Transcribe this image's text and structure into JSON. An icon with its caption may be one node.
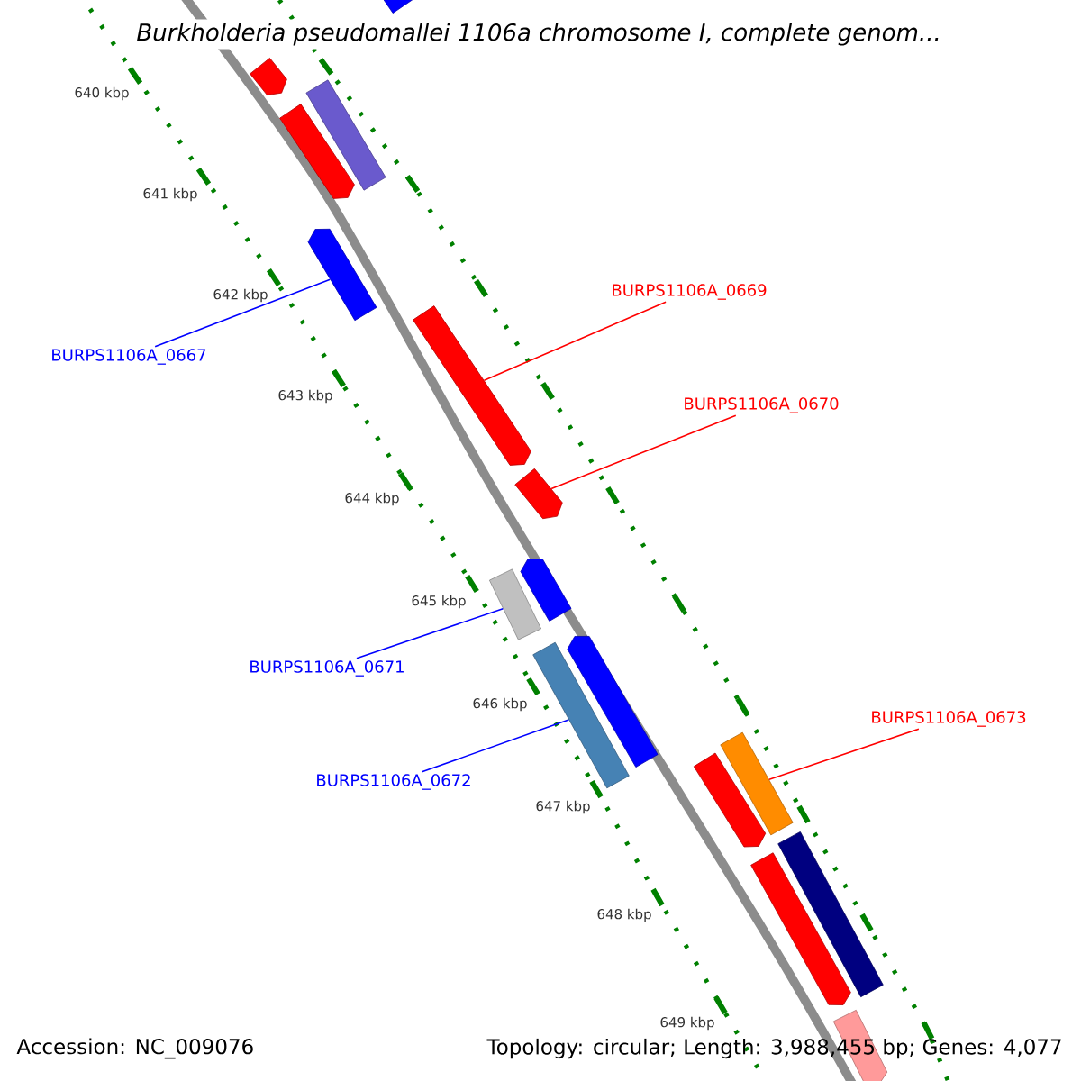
{
  "diagram": {
    "title": "Burkholderia pseudomallei 1106a chromosome I, complete genom...",
    "nodes": [
      {
        "text": [
          "BURPS1106A_0669"
        ]
      },
      {
        "text": [
          "BURPS1106A_0667"
        ]
      },
      {
        "text": [
          "BURPS1106A_0670"
        ]
      },
      {
        "text": [
          "BURPS1106A_0671"
        ]
      },
      {
        "text": [
          "BURPS1106A_0673"
        ]
      },
      {
        "text": [
          "BURPS1106A_0672"
        ]
      },
      {
        "text": [],
        "shape": "arrow"
      },
      {
        "text": [],
        "shape": "arrow"
      },
      {
        "text": [],
        "shape": "bar"
      },
      {
        "text": [],
        "shape": "arrow"
      },
      {
        "text": [],
        "shape": "arrow"
      },
      {
        "text": [],
        "shape": "arrow"
      },
      {
        "text": [],
        "shape": "arrow"
      },
      {
        "text": [],
        "shape": "arrow"
      },
      {
        "text": [],
        "shape": "bar"
      },
      {
        "text": [],
        "shape": "arrow"
      },
      {
        "text": [],
        "shape": "bar"
      },
      {
        "text": [],
        "shape": "bar"
      },
      {
        "text": [],
        "shape": "arrow"
      },
      {
        "text": [],
        "shape": "bar"
      },
      {
        "text": [],
        "shape": "arrow"
      },
      {
        "text": [],
        "shape": "arrow"
      }
    ],
    "edges": [
      {
        "from": 1,
        "to": 10,
        "arrow": "none",
        "color": "#0000ff"
      },
      {
        "from": 0,
        "to": 11,
        "arrow": "none",
        "color": "#ff0000"
      },
      {
        "from": 2,
        "to": 12,
        "arrow": "none",
        "color": "#ff0000"
      },
      {
        "from": 3,
        "to": 14,
        "arrow": "none",
        "color": "#0000ff"
      },
      {
        "from": 5,
        "to": 16,
        "arrow": "none",
        "color": "#0000ff"
      },
      {
        "from": 4,
        "to": 17,
        "arrow": "none",
        "color": "#ff0000"
      }
    ],
    "labels": [
      "640 kbp",
      "641 kbp",
      "642 kbp",
      "643 kbp",
      "644 kbp",
      "645 kbp",
      "646 kbp",
      "647 kbp",
      "648 kbp",
      "649 kbp",
      "Accession: NC_009076",
      "Topology: circular; Length: 3,988,455 bp; Genes: 4,077"
    ]
  }
}
